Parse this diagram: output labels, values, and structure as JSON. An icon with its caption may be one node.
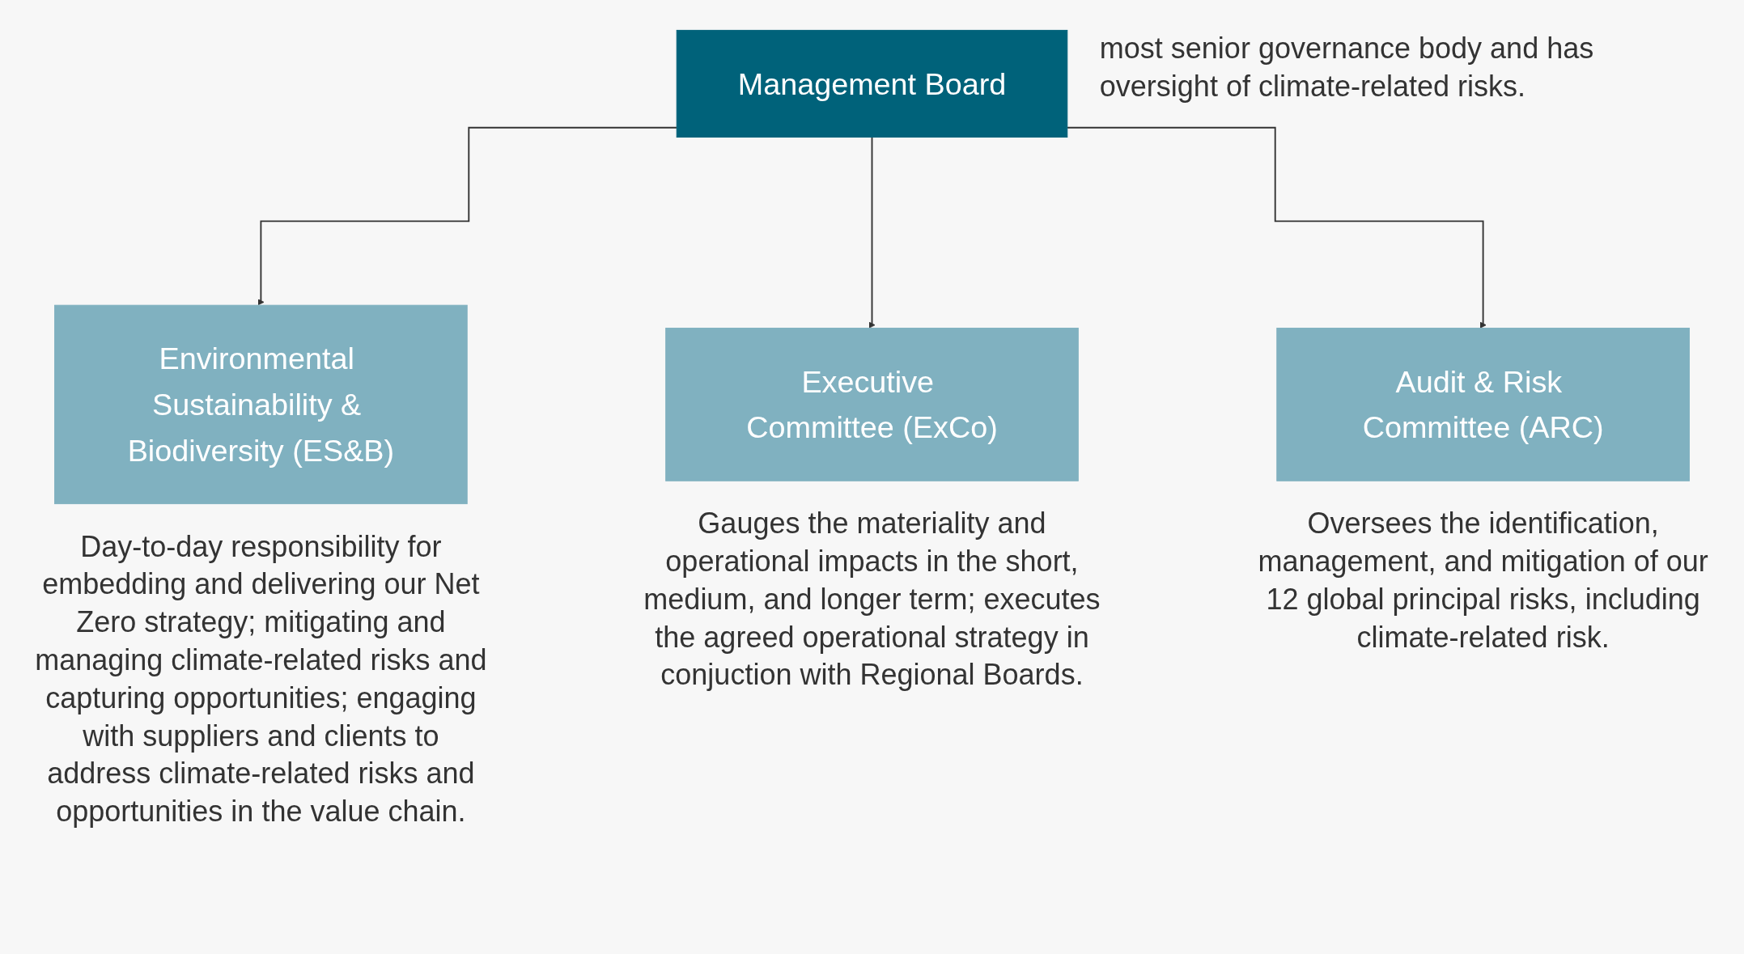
{
  "diagram": {
    "nodes": [
      {
        "text": [
          "Management Board"
        ],
        "beside": [
          "most senior governance body and has oversight of climate-related risks."
        ]
      },
      {
        "text": [
          "Environmental Sustainability & Biodiversity (ES&B)"
        ],
        "beside": [
          "Day-to-day responsibility for embedding and delivering our Net Zero strategy; mitigating and managing climate-related risks and capturing opportunities; engaging with suppliers and clients to address climate-related risks and opportunities in the value chain."
        ]
      },
      {
        "text": [
          "Executive Committee (ExCo)"
        ],
        "beside": [
          "Gauges the materiality and operational impacts in the short, medium, and longer term; executes the agreed operational strategy in conjuction with Regional Boards."
        ]
      },
      {
        "text": [
          "Audit & Risk Committee (ARC)"
        ],
        "beside": [
          "Oversees the identification, management, and mitigation of our 12 global principal risks, including climate-related risk."
        ]
      }
    ],
    "edges": [
      {
        "from": 0,
        "to": 1,
        "arrow": "to"
      },
      {
        "from": 0,
        "to": 2,
        "arrow": "to"
      },
      {
        "from": 0,
        "to": 3,
        "arrow": "to"
      }
    ]
  }
}
